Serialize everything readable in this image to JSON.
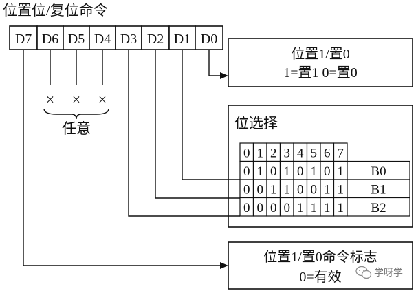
{
  "title": "位置位/复位命令",
  "bits": [
    "D7",
    "D6",
    "D5",
    "D4",
    "D3",
    "D2",
    "D1",
    "D0"
  ],
  "dont_care": {
    "marks": [
      "×",
      "×",
      "×"
    ],
    "label": "任意"
  },
  "d0_box": {
    "line1": "位置1/置0",
    "line2": "1=置1  0=置0"
  },
  "select_box": {
    "title": "位选择",
    "header": [
      "0",
      "1",
      "2",
      "3",
      "4",
      "5",
      "6",
      "7"
    ],
    "rows": [
      {
        "values": [
          "0",
          "1",
          "0",
          "1",
          "0",
          "1",
          "0",
          "1"
        ],
        "label": "B0"
      },
      {
        "values": [
          "0",
          "0",
          "1",
          "1",
          "0",
          "0",
          "1",
          "1"
        ],
        "label": "B1"
      },
      {
        "values": [
          "0",
          "0",
          "0",
          "0",
          "1",
          "1",
          "1",
          "1"
        ],
        "label": "B2"
      }
    ]
  },
  "d7_box": {
    "line1": "位置1/置0命令标志",
    "line2": "0=有效"
  },
  "watermark": {
    "text": "学呀学",
    "icon": "wechat-icon"
  }
}
